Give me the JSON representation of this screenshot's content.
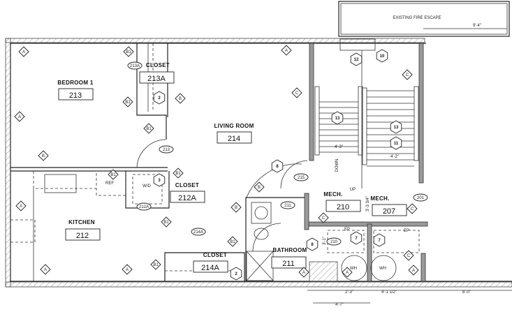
{
  "plan": {
    "fire_escape": {
      "label": "EXISTING FIRE ESCAPE",
      "dimension": "9'-4\""
    },
    "rooms": [
      {
        "name": "BEDROOM 1",
        "number": "213"
      },
      {
        "name": "CLOSET",
        "number": "213A"
      },
      {
        "name": "LIVING ROOM",
        "number": "214"
      },
      {
        "name": "KITCHEN",
        "number": "212"
      },
      {
        "name": "CLOSET",
        "number": "212A"
      },
      {
        "name": "CLOSET",
        "number": "214A"
      },
      {
        "name": "BATHROOM",
        "number": "211"
      },
      {
        "name": "MECH.",
        "number": "210"
      },
      {
        "name": "MECH.",
        "number": "207"
      }
    ],
    "door_tags": [
      "213A",
      "213",
      "212A",
      "214A",
      "215",
      "211",
      "210",
      "201"
    ],
    "fixture_labels": [
      "REF",
      "W/D",
      "EP",
      "EP",
      "WH",
      "WH",
      "UP",
      "DOWN"
    ],
    "dimensions": [
      "2'-3\"",
      "4'-1 1/2\"",
      "8'-0\"",
      "4'-7\"",
      "4'-3\"",
      "4'-2\"",
      "3'-3 3/4\"",
      "3'-1\""
    ],
    "keynotes": [
      "12",
      "10",
      "13",
      "13",
      "11",
      "8",
      "2",
      "3",
      "2",
      "7",
      "7",
      "8"
    ],
    "wall_types": [
      "A",
      "A",
      "A",
      "A",
      "A",
      "A",
      "A",
      "A",
      "A",
      "B",
      "B",
      "B",
      "B",
      "B1",
      "B1",
      "B1",
      "B1",
      "B1",
      "B1",
      "B1",
      "B1",
      "C",
      "C",
      "C",
      "C",
      "C"
    ]
  }
}
